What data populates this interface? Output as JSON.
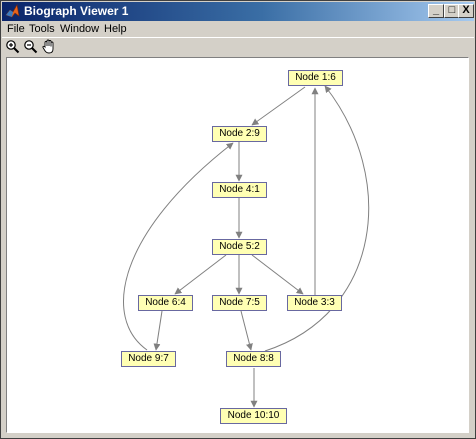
{
  "window": {
    "title": "Biograph Viewer 1",
    "controls": {
      "minimize": "_",
      "maximize": "□",
      "close": "X"
    }
  },
  "menu": [
    "File",
    "Tools",
    "Window",
    "Help"
  ],
  "toolbar": {
    "tools": [
      "zoom-in-icon",
      "zoom-out-icon",
      "pan-hand-icon"
    ]
  },
  "graph": {
    "nodes": [
      {
        "id": "n1",
        "label": "Node 1:6"
      },
      {
        "id": "n2",
        "label": "Node 2:9"
      },
      {
        "id": "n4",
        "label": "Node 4:1"
      },
      {
        "id": "n5",
        "label": "Node 5:2"
      },
      {
        "id": "n6",
        "label": "Node 6:4"
      },
      {
        "id": "n7",
        "label": "Node 7:5"
      },
      {
        "id": "n3",
        "label": "Node 3:3"
      },
      {
        "id": "n9",
        "label": "Node 9:7"
      },
      {
        "id": "n8",
        "label": "Node 8:8"
      },
      {
        "id": "n10",
        "label": "Node 10:10"
      }
    ]
  }
}
